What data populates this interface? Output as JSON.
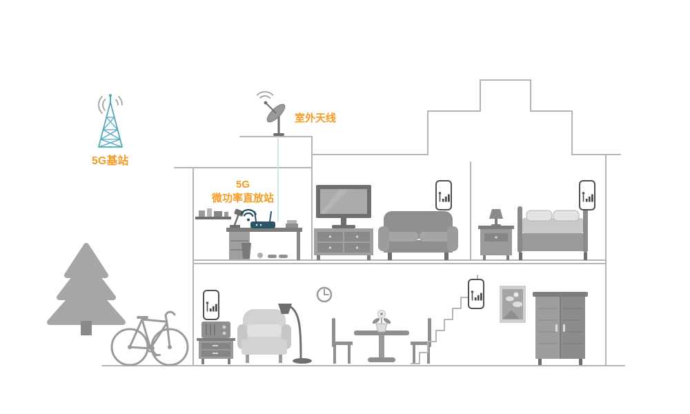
{
  "labels": {
    "base_station": "5G基站",
    "outdoor_antenna": "室外天线",
    "repeater_line1": "5G",
    "repeater_line2": "微功率直放站"
  },
  "colors": {
    "accent_orange": "#F59A23",
    "tower_teal": "#4FA8BE",
    "router_navy": "#2B5566",
    "wifi_dark": "#1F4E5F",
    "outline_gray": "#B5B5B5",
    "furniture_gray": "#9A9A9A",
    "furniture_light": "#D2D2D2",
    "background": "#FFFFFF"
  },
  "icons": [
    "cell-tower-icon",
    "tower-signal-waves-icon",
    "satellite-dish-icon",
    "dish-signal-waves-icon",
    "feed-line",
    "wifi-router-icon",
    "wifi-signal-icon",
    "smartphone-signal-icon",
    "wall-shelf-icon",
    "desk-icon",
    "desk-lamp-icon",
    "trash-bin-icon",
    "slippers-icon",
    "tv-icon",
    "tv-cabinet-icon",
    "sofa-icon",
    "nightstand-icon",
    "table-lamp-icon",
    "bed-icon",
    "radio-icon",
    "sideboard-icon",
    "armchair-icon",
    "floor-lamp-icon",
    "wall-clock-icon",
    "dining-chair-icon",
    "dining-table-icon",
    "flower-vase-icon",
    "stairs-icon",
    "picture-frame-icon",
    "wardrobe-icon",
    "pine-tree-icon",
    "bicycle-icon",
    "house-outline"
  ]
}
